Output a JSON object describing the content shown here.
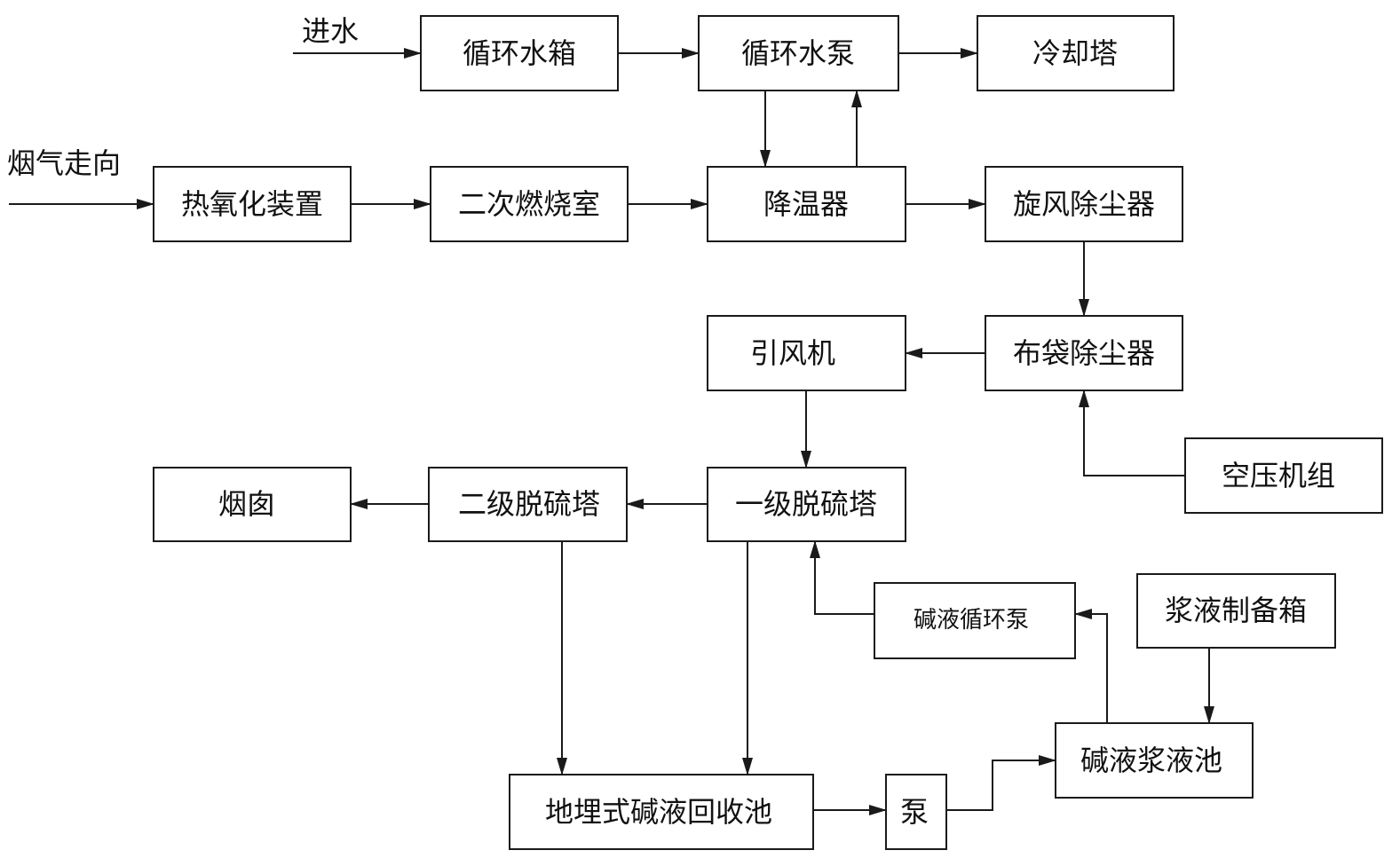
{
  "inputs": {
    "water_in": "进水",
    "flue_gas_direction": "烟气走向"
  },
  "nodes": {
    "circ_tank": "循环水箱",
    "circ_pump": "循环水泵",
    "cooling_tower": "冷却塔",
    "thermal_oxidizer": "热氧化装置",
    "secondary_combustion": "二次燃烧室",
    "cooler": "降温器",
    "cyclone": "旋风除尘器",
    "bag_filter": "布袋除尘器",
    "induced_fan": "引风机",
    "air_compressor": "空压机组",
    "chimney": "烟囱",
    "desulf_2": "二级脱硫塔",
    "desulf_1": "一级脱硫塔",
    "alkali_circ_pump": "碱液循环泵",
    "slurry_prep_tank": "浆液制备箱",
    "alkali_slurry_pool": "碱液浆液池",
    "underground_pool": "地埋式碱液回收池",
    "pump": "泵"
  }
}
